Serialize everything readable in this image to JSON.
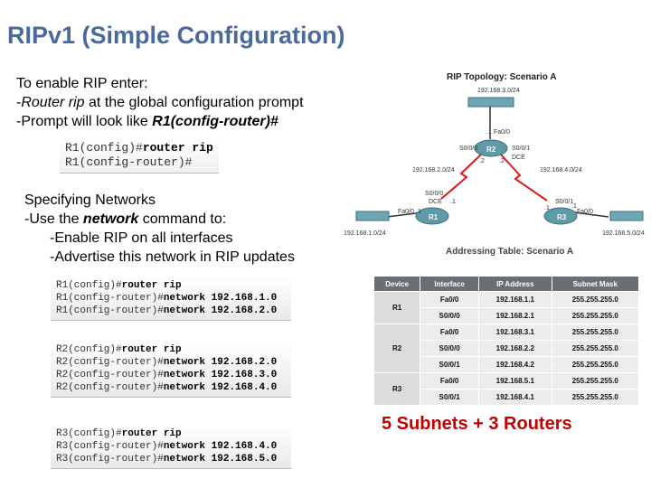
{
  "title": "RIPv1 (Simple Configuration)",
  "intro": {
    "line1": "To enable RIP enter:",
    "line2_prefix": "-",
    "line2_italic": "Router rip",
    "line2_rest": " at the global configuration prompt",
    "line3_prefix": "-Prompt will look like ",
    "line3_bold": "R1(config-router)#"
  },
  "code1": {
    "line1_prompt": "R1(config)#",
    "line1_cmd": "router rip",
    "line2_prompt": "R1(config-router)#"
  },
  "networks": {
    "line1": "Specifying Networks",
    "line2_prefix": "-Use the ",
    "line2_bold": "network",
    "line2_rest": " command to:",
    "line3": "-Enable RIP on all interfaces",
    "line4": "-Advertise this network in RIP updates"
  },
  "code_r1": {
    "l1_prompt": "R1(config)#",
    "l1_cmd": "router rip",
    "l2_prompt": "R1(config-router)#",
    "l2_cmd": "network 192.168.1.0",
    "l3_prompt": "R1(config-router)#",
    "l3_cmd": "network 192.168.2.0"
  },
  "code_r2": {
    "l1_prompt": "R2(config)#",
    "l1_cmd": "router rip",
    "l2_prompt": "R2(config-router)#",
    "l2_cmd": "network 192.168.2.0",
    "l3_prompt": "R2(config-router)#",
    "l3_cmd": "network 192.168.3.0",
    "l4_prompt": "R2(config-router)#",
    "l4_cmd": "network 192.168.4.0"
  },
  "code_r3": {
    "l1_prompt": "R3(config)#",
    "l1_cmd": "router rip",
    "l2_prompt": "R3(config-router)#",
    "l2_cmd": "network 192.168.4.0",
    "l3_prompt": "R3(config-router)#",
    "l3_cmd": "network 192.168.5.0"
  },
  "topology": {
    "title": "RIP Topology: Scenario A",
    "net_top": "192.168.3.0/24",
    "net_left": "192.168.1.0/24",
    "net_right": "192.168.5.0/24",
    "net_r1r2": "192.168.2.0/24",
    "net_r2r3": "192.168.4.0/24",
    "r1": "R1",
    "r2": "R2",
    "r3": "R3",
    "r2_fa": "Fa0/0",
    "r2_s000": "S0/0/0",
    "r2_s001": "S0/0/1",
    "r2_dce": "DCE",
    "r1_fa": "Fa0/0",
    "r1_s000": "S0/0/0",
    "r1_dce": "DCE",
    "r3_fa": "Fa0/0",
    "r3_s001": "S0/0/1",
    "h1": ".1",
    "h2": ".2",
    "h1b": ".1",
    "h2b": ".2",
    "h1c": ".1",
    "h1d": ".1",
    "h1e": ".1"
  },
  "table": {
    "title": "Addressing Table: Scenario A",
    "headers": [
      "Device",
      "Interface",
      "IP Address",
      "Subnet Mask"
    ],
    "r1": {
      "device": "R1",
      "rows": [
        [
          "Fa0/0",
          "192.168.1.1",
          "255.255.255.0"
        ],
        [
          "S0/0/0",
          "192.168.2.1",
          "255.255.255.0"
        ]
      ]
    },
    "r2": {
      "device": "R2",
      "rows": [
        [
          "Fa0/0",
          "192.168.3.1",
          "255.255.255.0"
        ],
        [
          "S0/0/0",
          "192.168.2.2",
          "255.255.255.0"
        ],
        [
          "S0/0/1",
          "192.168.4.2",
          "255.255.255.0"
        ]
      ]
    },
    "r3": {
      "device": "R3",
      "rows": [
        [
          "Fa0/0",
          "192.168.5.1",
          "255.255.255.0"
        ],
        [
          "S0/0/1",
          "192.168.4.1",
          "255.255.255.0"
        ]
      ]
    }
  },
  "summary": "5 Subnets + 3 Routers",
  "colors": {
    "title": "#4a6a9a",
    "summary": "#c00000",
    "link": "#e01818",
    "router": "#5e9aa8"
  }
}
